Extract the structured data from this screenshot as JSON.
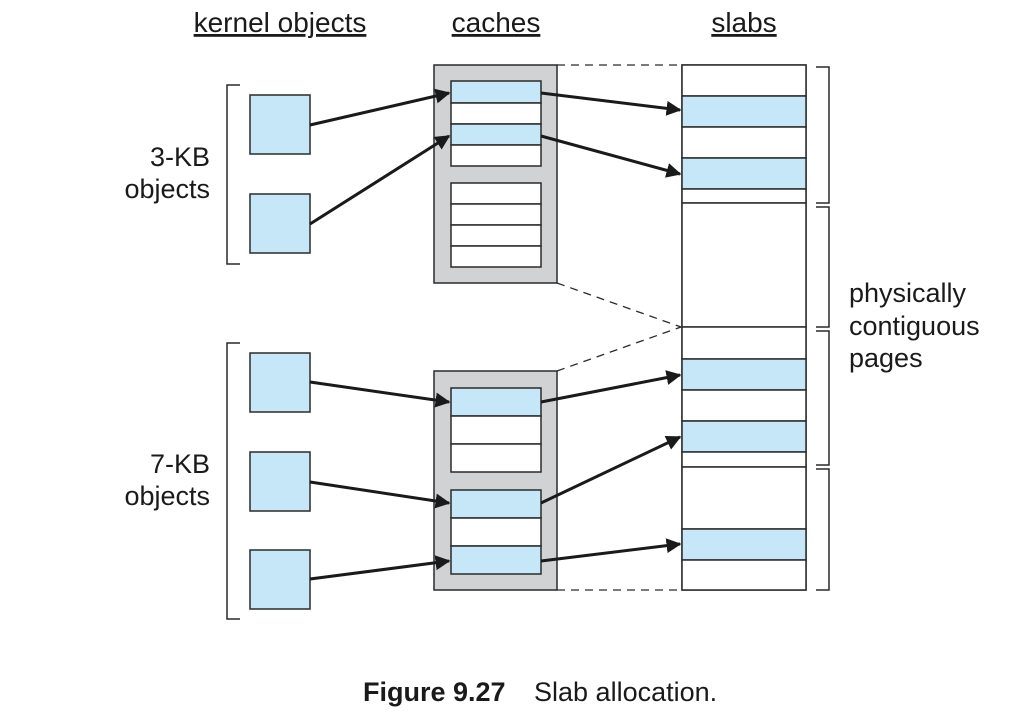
{
  "headers": {
    "kernel_objects": "kernel objects",
    "caches": "caches",
    "slabs": "slabs"
  },
  "labels": {
    "obj3_line1": "3-KB",
    "obj3_line2": "objects",
    "obj7_line1": "7-KB",
    "obj7_line2": "objects",
    "phys_line1": "physically",
    "phys_line2": "contiguous",
    "phys_line3": "pages"
  },
  "caption": {
    "number": "Figure 9.27",
    "text": "Slab allocation."
  },
  "colors": {
    "object_fill": "#c5e7f7",
    "cache_fill": "#d1d2d4",
    "line": "#1a1a1a"
  }
}
